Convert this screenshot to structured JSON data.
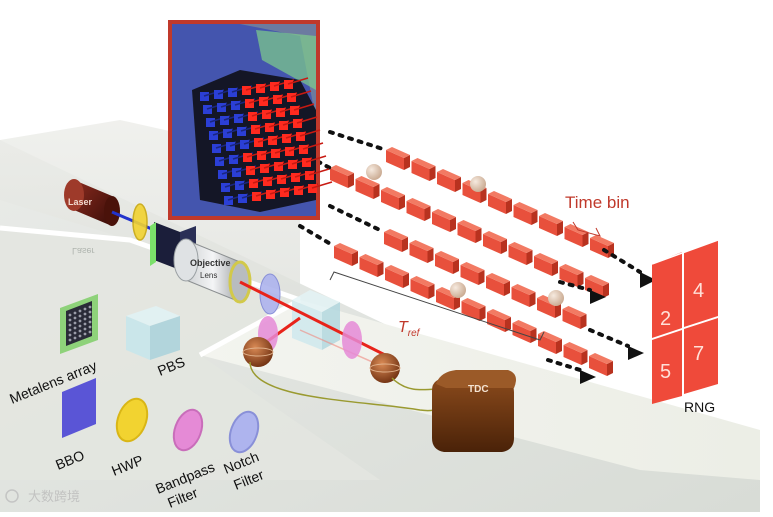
{
  "labels": {
    "time_bin": "Time bin",
    "t_ref_main": "T",
    "t_ref_sub": "ref",
    "rng": "RNG",
    "laser": "Laser",
    "laser_reflection": "Laser",
    "objective_lens_line1": "Objective",
    "objective_lens_line2": "Lens",
    "tdc": "TDC"
  },
  "rng_digits": [
    "2",
    "4",
    "5",
    "7"
  ],
  "legend": {
    "metalens_array": "Metalens array",
    "pbs": "PBS",
    "bbo": "BBO",
    "hwp": "HWP",
    "bandpass_line1": "Bandpass",
    "bandpass_line2": "Filter",
    "notch_line1": "Notch",
    "notch_line2": "Filter"
  },
  "watermark": "大数跨境",
  "colors": {
    "bin_red": "#e8503c",
    "beam_red": "#e8231a",
    "beam_blue": "#2233cc",
    "rng_red": "#ef4a3a",
    "inset_border": "#c0392b",
    "tdc_brown": "#6b3410",
    "hwp_yellow": "#f2d330",
    "bandpass_pink": "#e58ad6",
    "notch_lavender": "#aeb4ee",
    "bbo_blue": "#5a55d6",
    "metalens_green": "#8ed27a",
    "pbs_cyan": "#bfe4ea"
  }
}
